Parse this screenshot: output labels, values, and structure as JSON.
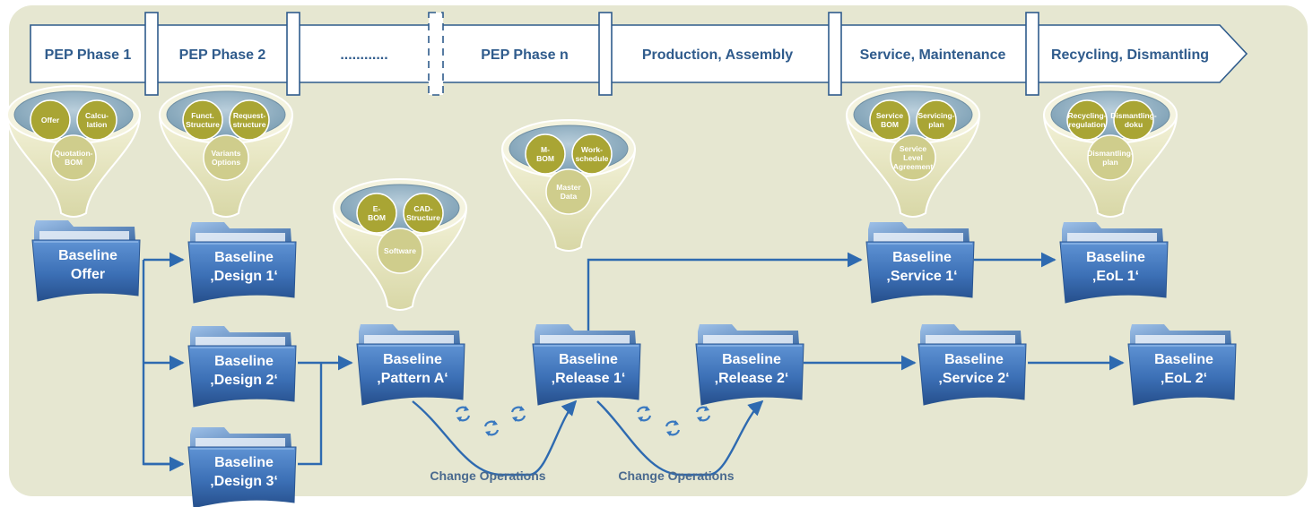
{
  "colors": {
    "background": "#e6e7d1",
    "phase_border": "#2f5b8c",
    "phase_text": "#2f5b8c",
    "arrow": "#2e6ab0",
    "folder_front": "#3f73b7",
    "folder_back": "#2f5f9d",
    "funnel_top": "#8eaebf",
    "circle_dark": "#a9a534",
    "circle_light": "#d0cf93"
  },
  "phases": [
    "PEP Phase 1",
    "PEP Phase 2",
    "............",
    "PEP Phase n",
    "Production, Assembly",
    "Service, Maintenance",
    "Recycling, Dismantling"
  ],
  "funnels": [
    {
      "id": "offer",
      "items": [
        [
          "Offer"
        ],
        [
          "Calcu-",
          "lation"
        ],
        [
          "Quotation-",
          "BOM"
        ]
      ]
    },
    {
      "id": "design",
      "items": [
        [
          "Funct.",
          "Structure"
        ],
        [
          "Request-",
          "structure"
        ],
        [
          "Variants",
          "Options"
        ]
      ]
    },
    {
      "id": "pattern",
      "items": [
        [
          "E-",
          "BOM"
        ],
        [
          "CAD-",
          "Structure"
        ],
        [
          "Software"
        ]
      ]
    },
    {
      "id": "release",
      "items": [
        [
          "M-",
          "BOM"
        ],
        [
          "Work-",
          "schedule"
        ],
        [
          "Master",
          "Data"
        ]
      ]
    },
    {
      "id": "service",
      "items": [
        [
          "Service",
          "BOM"
        ],
        [
          "Servicing-",
          "plan"
        ],
        [
          "Service",
          "Level",
          "Agreement"
        ]
      ]
    },
    {
      "id": "eol",
      "items": [
        [
          "Recycling-",
          "regulation"
        ],
        [
          "Dismantling-",
          "doku"
        ],
        [
          "Dismantling-",
          "plan"
        ]
      ]
    }
  ],
  "folders": [
    {
      "id": "offer",
      "line1": "Baseline",
      "line2": "Offer"
    },
    {
      "id": "design1",
      "line1": "Baseline",
      "line2": "‚Design 1‘"
    },
    {
      "id": "design2",
      "line1": "Baseline",
      "line2": "‚Design 2‘"
    },
    {
      "id": "design3",
      "line1": "Baseline",
      "line2": "‚Design 3‘"
    },
    {
      "id": "patternA",
      "line1": "Baseline",
      "line2": "‚Pattern A‘"
    },
    {
      "id": "release1",
      "line1": "Baseline",
      "line2": "‚Release 1‘"
    },
    {
      "id": "release2",
      "line1": "Baseline",
      "line2": "‚Release 2‘"
    },
    {
      "id": "service1",
      "line1": "Baseline",
      "line2": "‚Service 1‘"
    },
    {
      "id": "eol1",
      "line1": "Baseline",
      "line2": "‚EoL 1‘"
    },
    {
      "id": "service2",
      "line1": "Baseline",
      "line2": "‚Service 2‘"
    },
    {
      "id": "eol2",
      "line1": "Baseline",
      "line2": "‚EoL 2‘"
    }
  ],
  "change_operations": [
    "Change Operations",
    "Change Operations"
  ]
}
